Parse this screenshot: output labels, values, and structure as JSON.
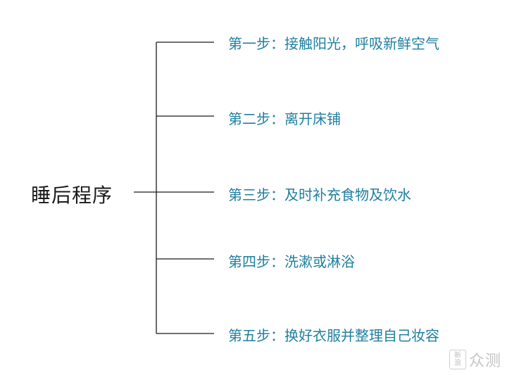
{
  "root": {
    "label": "睡后程序"
  },
  "steps": [
    {
      "label": "第一步：接触阳光，呼吸新鲜空气"
    },
    {
      "label": "第二步：离开床铺"
    },
    {
      "label": "第三步：及时补充食物及饮水"
    },
    {
      "label": "第四步：洗漱或淋浴"
    },
    {
      "label": "第五步：换好衣服并整理自己妆容"
    }
  ],
  "watermark": {
    "badge_top": "新",
    "badge_bottom": "浪",
    "text": "众测"
  },
  "colors": {
    "step_text": "#1f7f9f",
    "lines": "#1a1a1a",
    "root_text": "#1a1a1a"
  }
}
